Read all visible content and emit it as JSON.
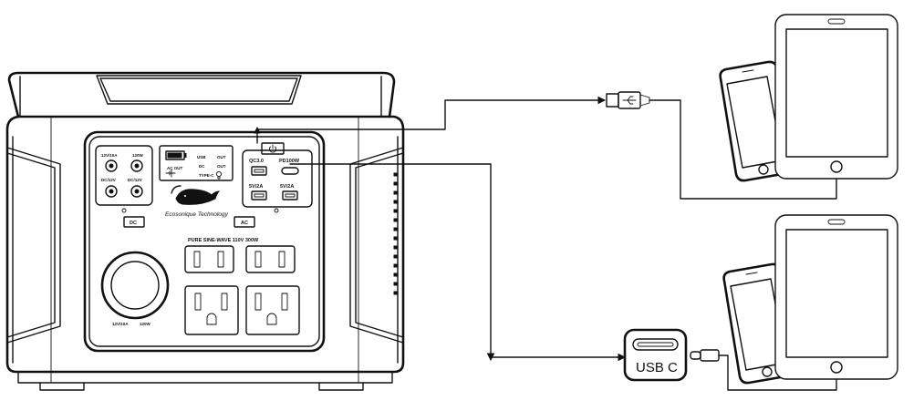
{
  "power_station": {
    "brand": "Ecosonique Technology",
    "dc_panel": {
      "port_labels": [
        "12V/10A",
        "120W",
        "DC/12V",
        "DC/12V"
      ],
      "button_label": "DC",
      "car_port_labels": [
        "12V/10A",
        "120W"
      ]
    },
    "display": {
      "labels": [
        "USB",
        "OUT",
        "AC OUT",
        "DC",
        "OUT",
        "TYPE-C"
      ]
    },
    "usb_panel": {
      "port_labels": [
        "QC3.0",
        "PD100W",
        "5V/2A",
        "5V/2A"
      ]
    },
    "ac_panel": {
      "button_label": "AC",
      "header": "PURE SINE-WAVE 110V 300W"
    }
  },
  "connectors": {
    "usb_c_label": "USB C"
  }
}
